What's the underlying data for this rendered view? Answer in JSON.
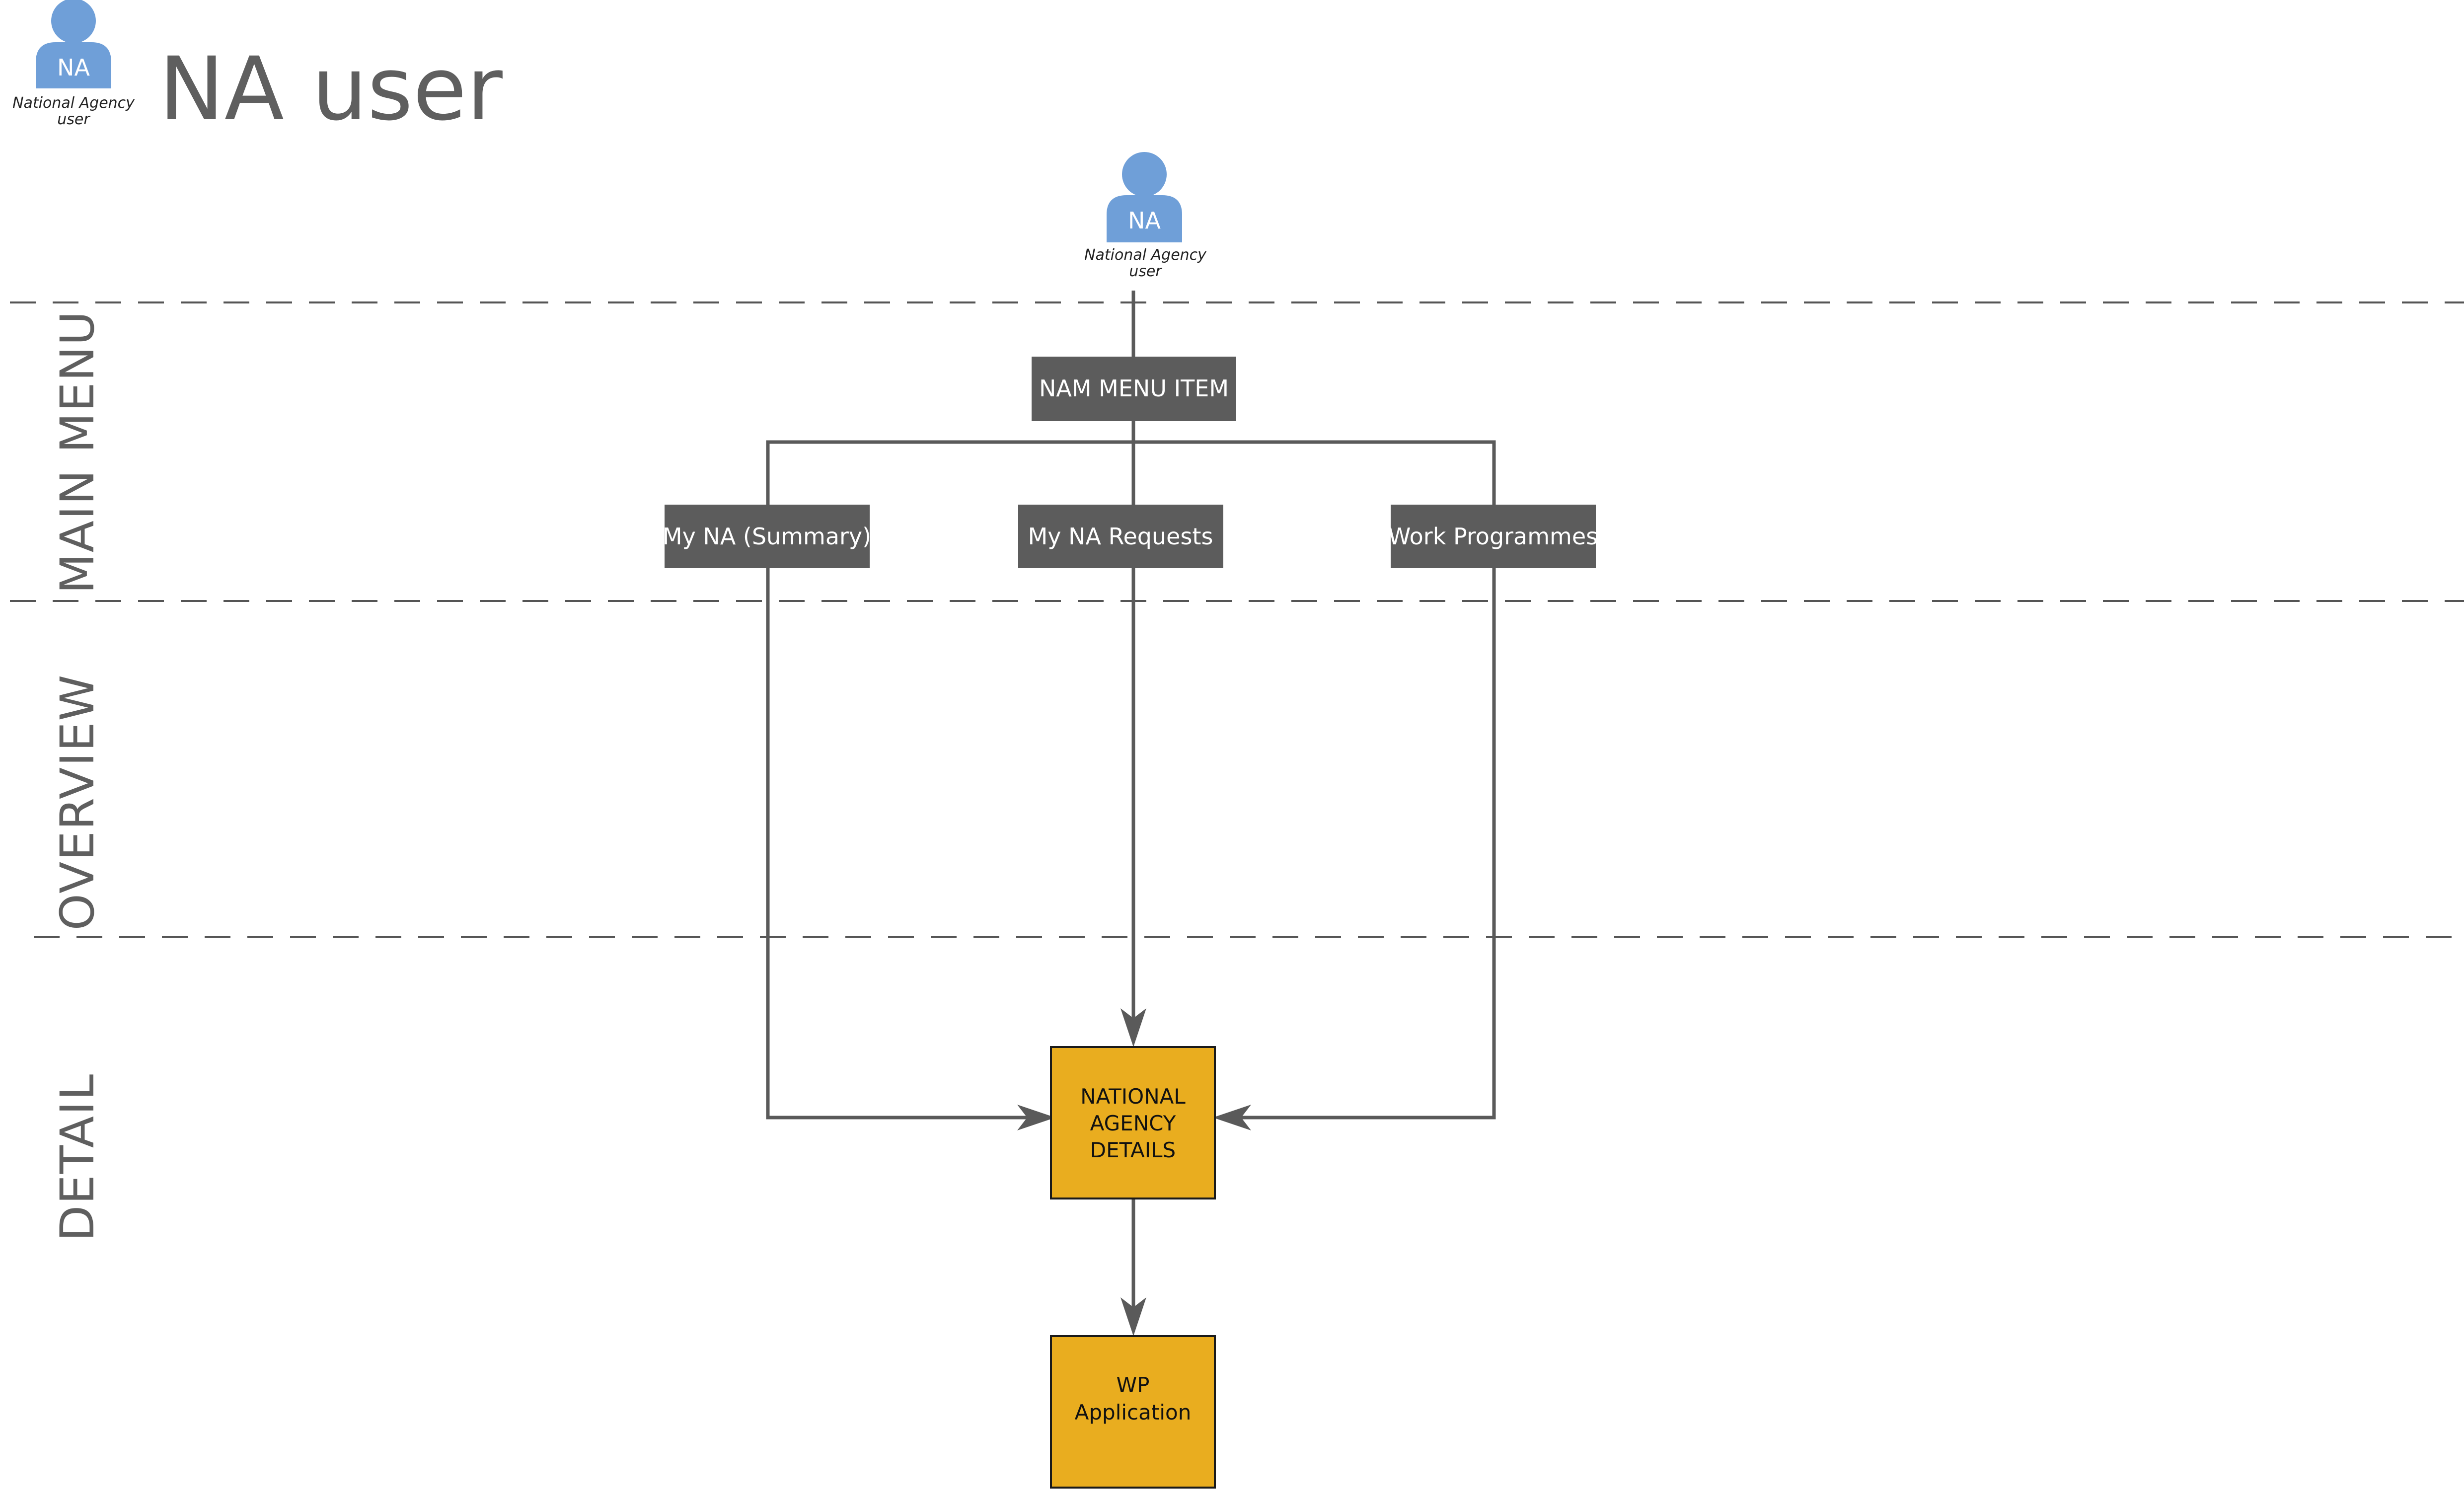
{
  "header": {
    "title": "NA user",
    "actor": {
      "initials": "NA",
      "caption_line1": "National Agency",
      "caption_line2": "user"
    }
  },
  "lanes": {
    "main_menu": "MAIN MENU",
    "overview": "OVERVIEW",
    "detail": "DETAIL"
  },
  "actor": {
    "initials": "NA",
    "caption_line1": "National Agency",
    "caption_line2": "user"
  },
  "nodes": {
    "nam_menu_item": "NAM MENU ITEM",
    "my_na_summary": "My NA  (Summary)",
    "my_na_requests": "My NA Requests",
    "work_programmes": "Work Programmes",
    "national_agency_details": [
      "NATIONAL",
      "AGENCY",
      "DETAILS"
    ],
    "wp_application": [
      "WP",
      "Application"
    ]
  },
  "colors": {
    "avatar": "#6f9fd8",
    "menu_box": "#5c5c5c",
    "detail_box": "#e9ad1f",
    "connector": "#5a5a5a",
    "text_grey": "#5f5f5f"
  }
}
